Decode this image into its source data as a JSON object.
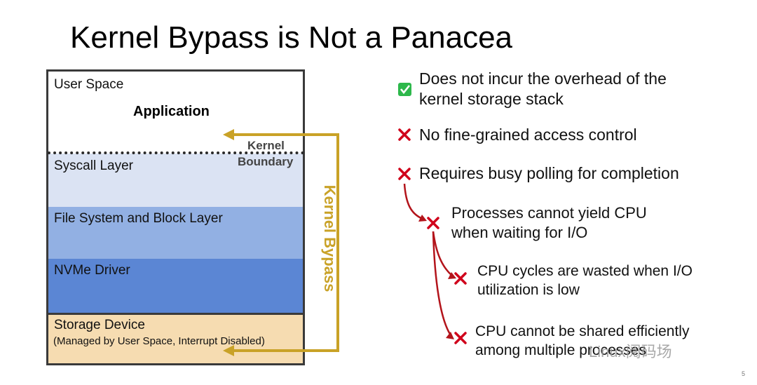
{
  "title": "Kernel Bypass is Not a Panacea",
  "stack": {
    "user_space": "User Space",
    "application": "Application",
    "kernel_label_1": "Kernel",
    "kernel_label_2": "Boundary",
    "syscall": "Syscall Layer",
    "fs": "File System and Block Layer",
    "nvme": "NVMe Driver",
    "device": "Storage Device",
    "device_note": "(Managed by User Space, Interrupt Disabled)"
  },
  "bypass_label": "Kernel Bypass",
  "points": {
    "p1_line1": "Does not incur the overhead of the",
    "p1_line2": "kernel storage stack",
    "p2": "No fine-grained access control",
    "p3": "Requires busy polling for completion",
    "p4_line1": "Processes cannot yield CPU",
    "p4_line2": "when waiting for I/O",
    "p5_line1": "CPU cycles are wasted when I/O",
    "p5_line2": "utilization is low",
    "p6_line1": "CPU cannot be shared efficiently",
    "p6_line2": "among multiple processes"
  },
  "watermark": "Linux阅码场",
  "page_number": "5",
  "colors": {
    "bypass": "#c9a227",
    "cross": "#d0021b",
    "check": "#2db84b",
    "tree_arrow": "#b3141b"
  },
  "icons": {
    "positive": "check-icon",
    "negative": "cross-icon"
  }
}
